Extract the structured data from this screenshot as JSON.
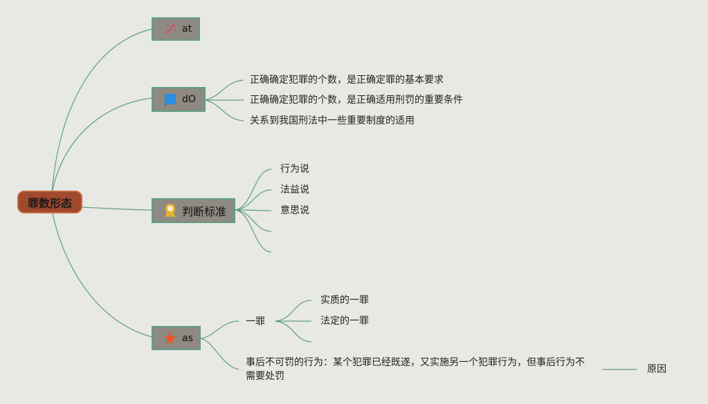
{
  "root": {
    "label": "罪数形态"
  },
  "branches": {
    "at": {
      "label": "at",
      "icon": "magic-wand-icon"
    },
    "do": {
      "label": "dO",
      "icon": "flag-icon",
      "items": [
        "正确确定犯罪的个数，是正确定罪的基本要求",
        "正确确定犯罪的个数，是正确适用刑罚的重要条件",
        "关系到我国刑法中一些重要制度的适用"
      ]
    },
    "judge": {
      "label": "判断标准",
      "icon": "award-ribbon-icon",
      "items": [
        "行为说",
        "法益说",
        "意思说"
      ]
    },
    "as": {
      "label": "as",
      "icon": "star-icon",
      "yizui": {
        "label": "一罪",
        "items": [
          "实质的一罪",
          "法定的一罪"
        ]
      },
      "shihou": {
        "label": "事后不可罚的行为：某个犯罪已经既遂，又实施另一个犯罪行为，但事后行为不需要处罚",
        "reason": "原因"
      }
    }
  },
  "colors": {
    "line": "#5f9e86",
    "root_fill": "#a0492c",
    "box_fill": "#8e8a82",
    "background": "#e8e8e4"
  }
}
